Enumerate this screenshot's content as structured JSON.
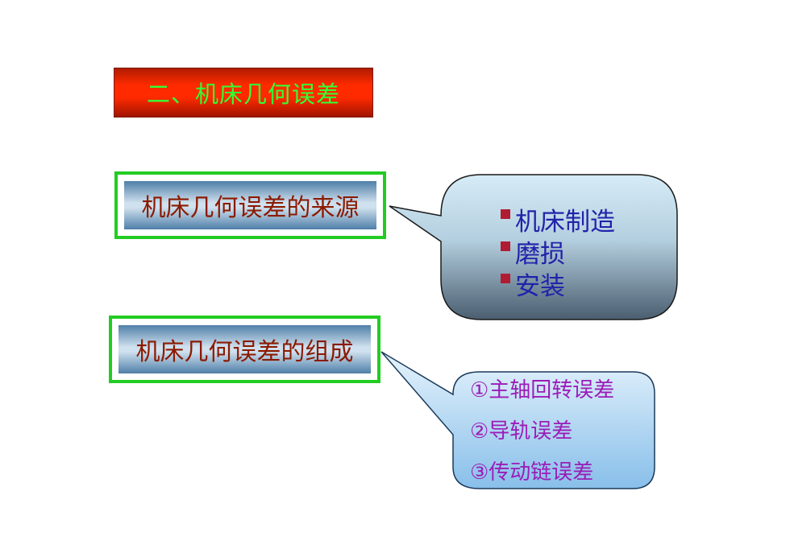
{
  "title": "二、机床几何误差",
  "source_label": "机床几何误差的来源",
  "source_items": [
    "机床制造",
    "磨损",
    "安装"
  ],
  "composition_label": "机床几何误差的组成",
  "composition_items": [
    "①主轴回转误差",
    "②导轨误差",
    "③传动链误差"
  ],
  "colors": {
    "title_text": "#33ff33",
    "title_background": "#ff2a00",
    "label_frame": "#22cc22",
    "label_text": "#8b1a00",
    "source_items_text": "#2222aa",
    "bullet": "#b01c32",
    "composition_items_text": "#9b1cb8"
  }
}
